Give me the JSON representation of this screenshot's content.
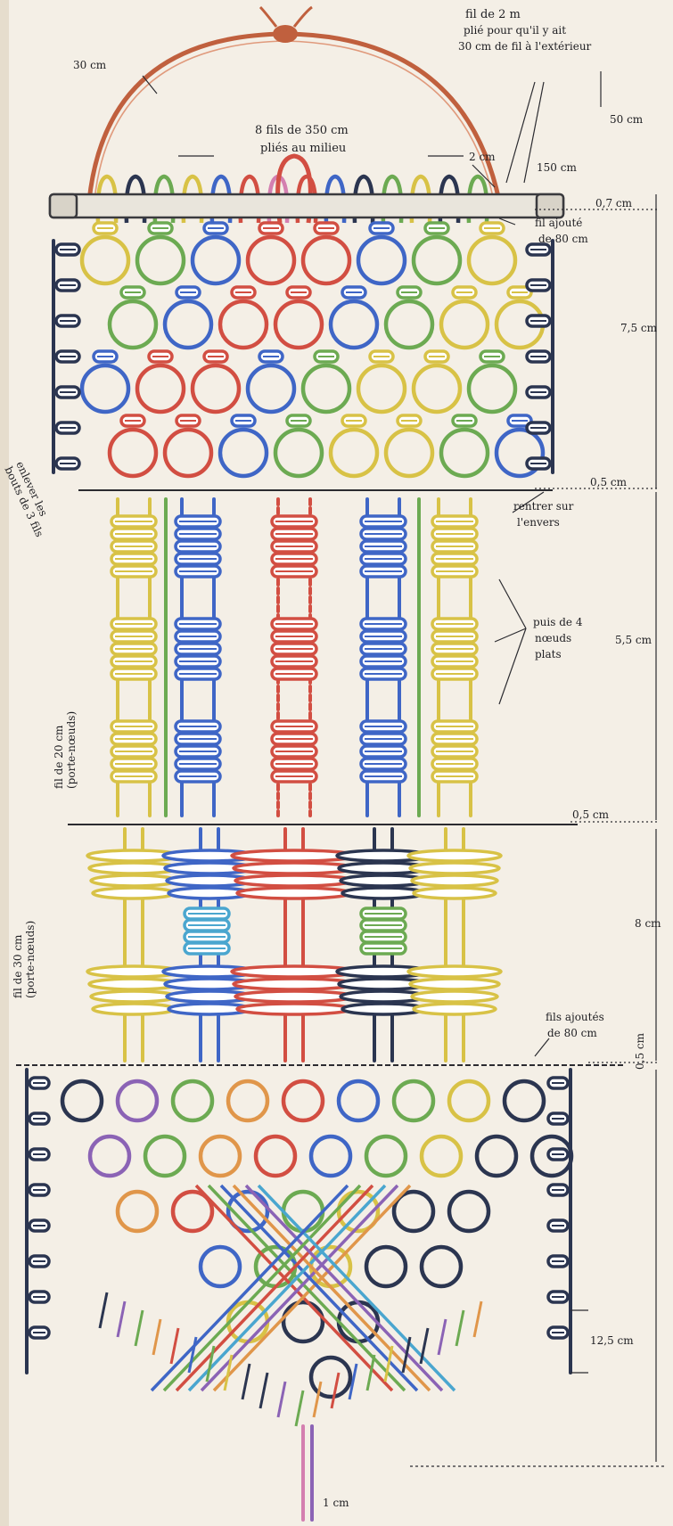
{
  "labels": {
    "hanger_30": "30 cm",
    "top_cord_line1": "fil de 2 m",
    "top_cord_line2": "plié pour qu'il y ait",
    "top_cord_line3": "30 cm de fil à l'extérieur",
    "dim_50": "50 cm",
    "dim_150": "150 cm",
    "threads_line1": "8 fils de 350 cm",
    "threads_line2": "pliés au milieu",
    "two_cm": "2 cm",
    "dim_07": "0,7 cm",
    "added_top_line1": "fil ajouté",
    "added_top_line2": "de 80 cm",
    "dim_75": "7,5 cm",
    "dim_05a": "0,5 cm",
    "tuck_line1": "rentrer sur",
    "tuck_line2": "l'envers",
    "left_band_line1": "enlever les",
    "left_band_line2": "bouts de 3 fils",
    "flat_knots_line1": "puis de 4",
    "flat_knots_line2": "nœuds",
    "flat_knots_line3": "plats",
    "dim_55": "5,5 cm",
    "left_cord1_line1": "fil de 20 cm",
    "left_cord1_line2": "(porte-nœuds)",
    "dim_05b": "0,5 cm",
    "dim_8": "8 cm",
    "left_cord2_line1": "fil de 30 cm",
    "left_cord2_line2": "(porte-nœuds)",
    "added_bottom_line1": "fils ajoutés",
    "added_bottom_line2": "de 80 cm",
    "dim_05c": "0,5 cm",
    "dim_125": "12,5 cm",
    "bottom_dim": "1 cm"
  },
  "colors": {
    "copper": "#c0603e",
    "rod": "#7a7a80",
    "yellow": "#d8c246",
    "green": "#6caa52",
    "blue": "#3f66c6",
    "navy": "#2b3550",
    "red": "#d24e42",
    "pink": "#d47fb0",
    "orange": "#e0964a",
    "cyan": "#4aa6cf",
    "purple": "#8b63b5"
  }
}
